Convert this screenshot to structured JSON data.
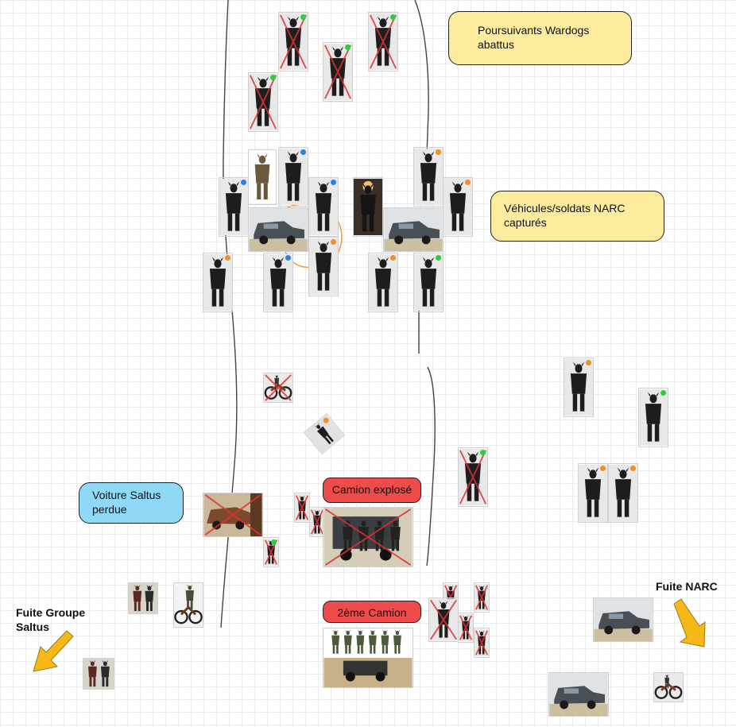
{
  "notes": {
    "wardogs": "Poursuivants Wardogs abattus",
    "narc_captured": "Véhicules/soldats NARC capturés",
    "saltus_car": "Voiture Saltus perdue",
    "truck_exploded": "Camion explosé",
    "second_truck": "2ème  Camion"
  },
  "labels": {
    "fuite_narc": "Fuite NARC",
    "fuite_saltus": "Fuite Groupe Saltus"
  },
  "colors": {
    "note_yellow": "#fdeb9e",
    "note_blue": "#8fd8f6",
    "note_red": "#ef4b4b",
    "arrow": "#f6b817",
    "marker_green": "#2ecc40",
    "marker_orange": "#f0902a",
    "marker_blue": "#2f7fe0",
    "cross": "#e03030"
  },
  "tokens": [
    {
      "kind": "soldier",
      "crossed": true,
      "marker": "green"
    },
    {
      "kind": "soldier",
      "crossed": true,
      "marker": "green"
    },
    {
      "kind": "soldier",
      "crossed": true,
      "marker": "green"
    },
    {
      "kind": "soldier",
      "crossed": true,
      "marker": "green"
    },
    {
      "kind": "muscle-man",
      "crossed": false,
      "marker": ""
    },
    {
      "kind": "soldier",
      "crossed": false,
      "marker": "blue"
    },
    {
      "kind": "soldier",
      "crossed": false,
      "marker": "blue"
    },
    {
      "kind": "soldier",
      "crossed": false,
      "marker": "blue"
    },
    {
      "kind": "armored-vehicle",
      "crossed": false,
      "marker": ""
    },
    {
      "kind": "soldier",
      "crossed": false,
      "marker": "orange"
    },
    {
      "kind": "soldier",
      "crossed": false,
      "marker": "blue"
    },
    {
      "kind": "soldier",
      "crossed": false,
      "marker": "orange"
    },
    {
      "kind": "woman",
      "crossed": false,
      "marker": ""
    },
    {
      "kind": "soldier",
      "crossed": false,
      "marker": "orange"
    },
    {
      "kind": "soldier",
      "crossed": false,
      "marker": "orange"
    },
    {
      "kind": "armored-vehicle",
      "crossed": false,
      "marker": ""
    },
    {
      "kind": "soldier",
      "crossed": false,
      "marker": "orange"
    },
    {
      "kind": "soldier",
      "crossed": false,
      "marker": "green"
    },
    {
      "kind": "motorbike",
      "crossed": true,
      "marker": ""
    },
    {
      "kind": "fallen-rider",
      "crossed": false,
      "marker": "orange"
    },
    {
      "kind": "soldier",
      "crossed": false,
      "marker": "orange"
    },
    {
      "kind": "soldier",
      "crossed": false,
      "marker": "green"
    },
    {
      "kind": "soldier",
      "crossed": true,
      "marker": "green"
    },
    {
      "kind": "soldier",
      "crossed": false,
      "marker": "orange"
    },
    {
      "kind": "soldier",
      "crossed": false,
      "marker": "orange"
    },
    {
      "kind": "wrecked-car",
      "crossed": true,
      "marker": ""
    },
    {
      "kind": "soldier",
      "crossed": true,
      "marker": "green"
    },
    {
      "kind": "soldier",
      "crossed": true,
      "marker": ""
    },
    {
      "kind": "soldier",
      "crossed": true,
      "marker": ""
    },
    {
      "kind": "truck",
      "crossed": true,
      "marker": ""
    },
    {
      "kind": "soldier-pair",
      "crossed": false,
      "marker": ""
    },
    {
      "kind": "biker",
      "crossed": false,
      "marker": ""
    },
    {
      "kind": "survivor-pair",
      "crossed": false,
      "marker": ""
    },
    {
      "kind": "soldier-squad",
      "crossed": false,
      "marker": ""
    },
    {
      "kind": "soldier",
      "crossed": true,
      "marker": ""
    },
    {
      "kind": "soldier",
      "crossed": true,
      "marker": ""
    },
    {
      "kind": "soldier",
      "crossed": true,
      "marker": ""
    },
    {
      "kind": "soldier",
      "crossed": true,
      "marker": ""
    },
    {
      "kind": "soldier",
      "crossed": true,
      "marker": ""
    },
    {
      "kind": "armored-vehicle",
      "crossed": false,
      "marker": ""
    },
    {
      "kind": "armored-vehicle",
      "crossed": false,
      "marker": ""
    },
    {
      "kind": "motorbike",
      "crossed": false,
      "marker": ""
    }
  ]
}
